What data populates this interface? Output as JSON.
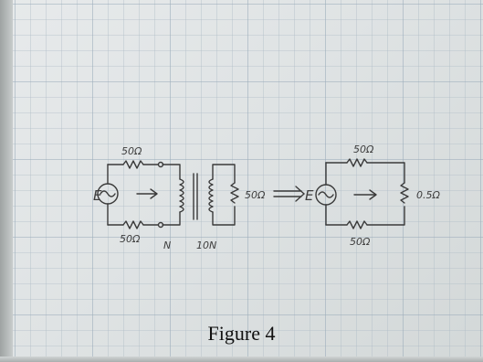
{
  "diagram": {
    "left_circuit": {
      "source_label": "E",
      "top_resistor": "50Ω",
      "bottom_resistor": "50Ω",
      "primary_turns": "N",
      "secondary_turns": "10N",
      "load": "50Ω"
    },
    "equivalence": "⇒",
    "right_circuit": {
      "source_label": "E",
      "top_resistor": "50Ω",
      "bottom_resistor": "50Ω",
      "load": "0.5Ω"
    }
  },
  "caption": "Figure 4"
}
